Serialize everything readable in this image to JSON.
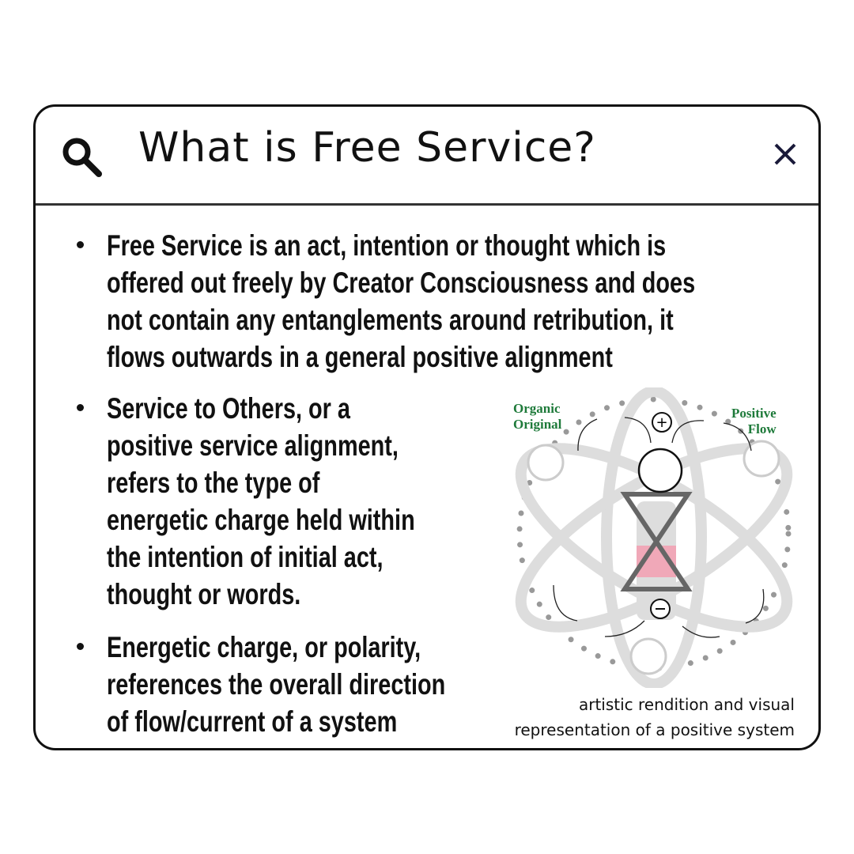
{
  "header": {
    "title": "What is Free Service?",
    "search_icon": "search-icon",
    "close_icon": "close-icon"
  },
  "bullets": [
    {
      "lines": [
        "Free Service is an act, intention or thought which is",
        "offered out freely by Creator Consciousness and does",
        "not contain any entanglements around retribution, it",
        "flows outwards in a general positive alignment"
      ]
    },
    {
      "lines": [
        "Service to Others, or a",
        "positive service alignment,",
        "refers to the type of",
        "energetic charge held within",
        "the intention of initial act,",
        "thought or words."
      ]
    },
    {
      "lines": [
        "Energetic charge, or polarity,",
        "references the overall direction",
        "of flow/current of a system"
      ]
    }
  ],
  "diagram": {
    "label_left": [
      "Organic",
      "Original"
    ],
    "label_right": [
      "Positive",
      "Flow"
    ],
    "label_color": "#1e7a3a",
    "caption": [
      "artistic rendition and visual",
      "representation of a positive system"
    ]
  }
}
